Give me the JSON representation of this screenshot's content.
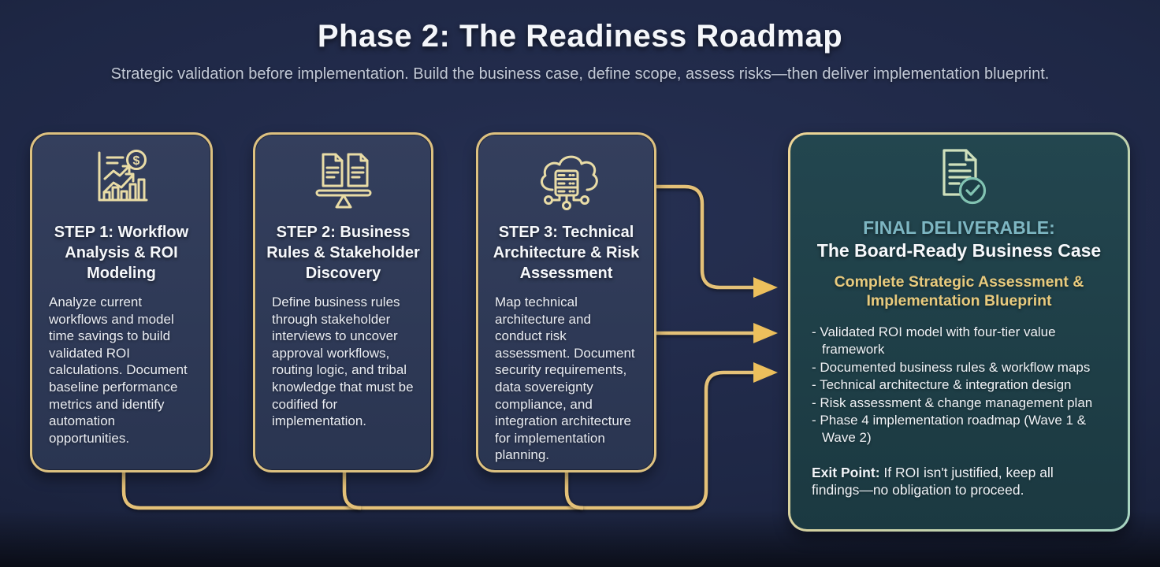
{
  "header": {
    "title": "Phase 2: The Readiness Roadmap",
    "subtitle": "Strategic validation before implementation. Build the business case, define scope, assess risks—then deliver implementation blueprint."
  },
  "steps": [
    {
      "icon": "roi-bar-chart-dollar-icon",
      "title": "STEP 1: Workflow Analysis & ROI Modeling",
      "body": "Analyze current workflows and model time savings to build validated ROI calculations. Document baseline performance metrics and identify automation opportunities."
    },
    {
      "icon": "documents-balance-scale-icon",
      "title": "STEP 2: Business Rules & Stakeholder Discovery",
      "body": "Define business rules through stakeholder interviews to uncover approval workflows, routing logic, and tribal knowledge that must be codified for implementation."
    },
    {
      "icon": "cloud-server-network-icon",
      "title": "STEP 3: Technical Architecture & Risk Assessment",
      "body": "Map technical architecture and conduct risk assessment. Document security requirements, data sovereignty compliance, and integration architecture for implementation planning."
    }
  ],
  "final": {
    "icon": "document-checkmark-icon",
    "label": "FINAL DELIVERABLE:",
    "title": "The Board-Ready Business Case",
    "subtitle": "Complete Strategic Assessment & Implementation Blueprint",
    "bullets": [
      "- Validated ROI model with four-tier value framework",
      "- Documented business rules & workflow maps",
      "- Technical architecture & integration design",
      "- Risk assessment & change management plan",
      "- Phase 4 implementation roadmap (Wave 1 & Wave 2)"
    ],
    "exit_label": "Exit Point:",
    "exit_text": " If ROI isn't justified, keep all findings—no obligation to proceed."
  },
  "colors": {
    "background": "#1e2745",
    "step_card_fill": "#2e3a56",
    "step_card_border": "#ddc180",
    "connector_gold": "#e4c178",
    "arrowhead_gold": "#ecbf5c",
    "final_card_fill": "#1f4149",
    "final_border_gradient_start": "#eed595",
    "final_border_gradient_end": "#a6d4c2",
    "final_label_teal": "#7db6c2",
    "gold_heading": "#e8ca7d",
    "title_white": "#f4f6fa",
    "subtitle_gray": "#c2c9d6"
  }
}
